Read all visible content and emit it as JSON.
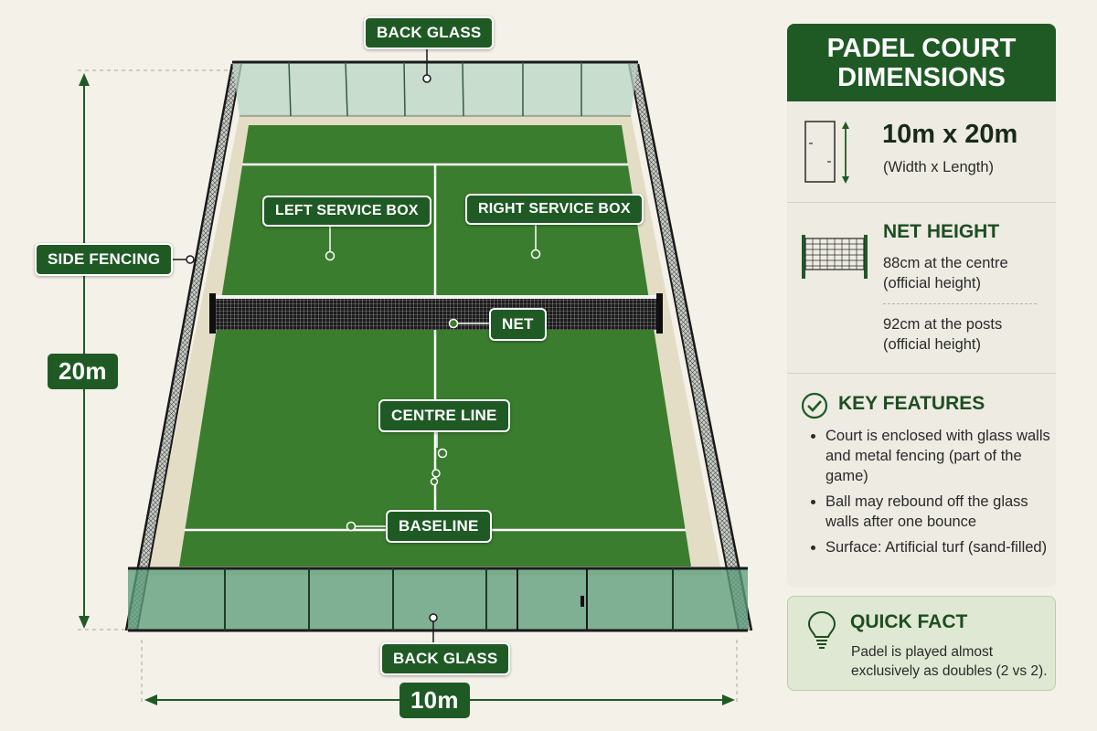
{
  "labels": {
    "back_glass_top": "BACK GLASS",
    "back_glass_bottom": "BACK GLASS",
    "side_fencing": "SIDE FENCING",
    "left_service_box": "LEFT SERVICE BOX",
    "right_service_box": "RIGHT SERVICE BOX",
    "net": "NET",
    "centre_line": "CENTRE LINE",
    "baseline": "BASELINE",
    "length": "20m",
    "width": "10m"
  },
  "panel": {
    "title": "PADEL COURT DIMENSIONS",
    "dimensions": {
      "value": "10m x 20m",
      "caption": "(Width x Length)"
    },
    "net_height": {
      "title": "NET HEIGHT",
      "centre": "88cm at the centre",
      "centre_note": "(official height)",
      "posts": "92cm at the posts",
      "posts_note": "(official height)"
    },
    "key_features": {
      "title": "KEY FEATURES",
      "items": [
        "Court is enclosed with glass walls and metal fencing (part of the game)",
        "Ball may rebound off the glass walls after one bounce",
        "Surface: Artificial turf (sand-filled)"
      ]
    },
    "quick_fact": {
      "title": "QUICK FACT",
      "text": "Padel is played almost exclusively as doubles (2 vs 2)."
    }
  },
  "icons": {
    "court": "court-outline-icon",
    "net": "net-icon",
    "check": "check-circle-icon",
    "bulb": "lightbulb-icon"
  },
  "colors": {
    "turf": "#3a7d2e",
    "dark_green": "#1f5a25",
    "background": "#f4f1e8",
    "panel": "#edebe2",
    "quick_fact_bg": "#dfe8d3"
  }
}
